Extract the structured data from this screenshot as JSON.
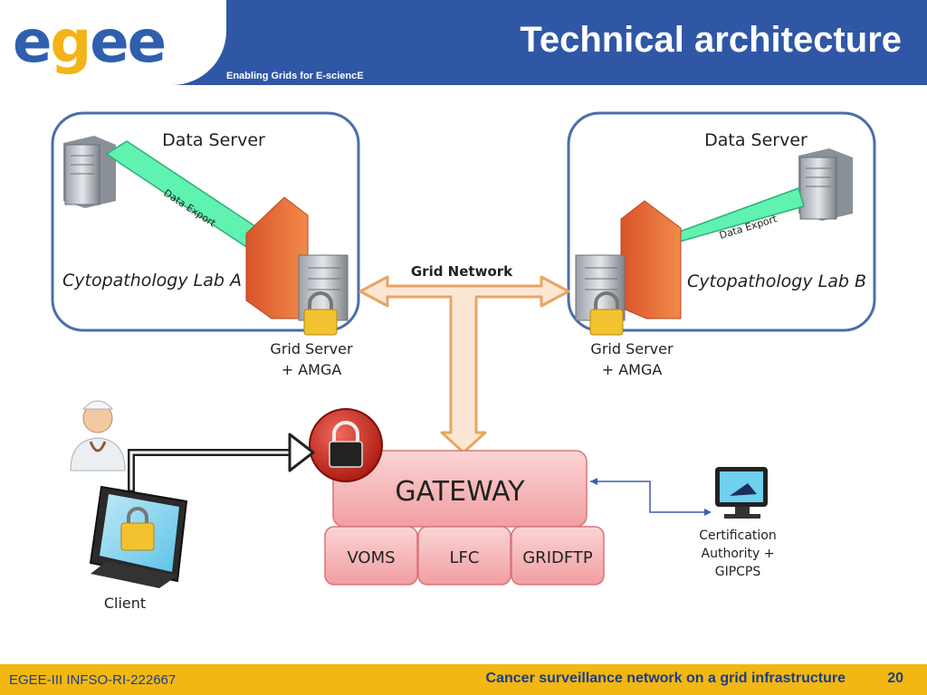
{
  "header": {
    "title": "Technical architecture",
    "tagline": "Enabling Grids for E-sciencE",
    "logo": {
      "letters": [
        "e",
        "g",
        "e",
        "e"
      ]
    }
  },
  "diagram": {
    "lab_a": {
      "name": "Cytopathology Lab A",
      "data_server": "Data Server",
      "data_export": "Data Export",
      "grid_server_line1": "Grid Server",
      "grid_server_line2": "+ AMGA"
    },
    "lab_b": {
      "name": "Cytopathology Lab B",
      "data_server": "Data Server",
      "data_export": "Data Export",
      "grid_server_line1": "Grid Server",
      "grid_server_line2": "+ AMGA"
    },
    "grid_network": "Grid Network",
    "gateway": "GATEWAY",
    "services": [
      "VOMS",
      "LFC",
      "GRIDFTP"
    ],
    "client": "Client",
    "ca": {
      "line1": "Certification",
      "line2": "Authority +",
      "line3": "GIPCPS"
    }
  },
  "footer": {
    "left": "EGEE-III INFSO-RI-222667",
    "center": "Cancer surveillance network on a grid infrastructure",
    "page": "20"
  },
  "colors": {
    "header_blue": "#2f57a6",
    "footer_gold": "#f2b711",
    "box_border": "#4a6fa8",
    "gateway_pink": "#f4a4a6",
    "export_arrow": "#5ff2b0",
    "network_arrow": "#f2b883"
  }
}
